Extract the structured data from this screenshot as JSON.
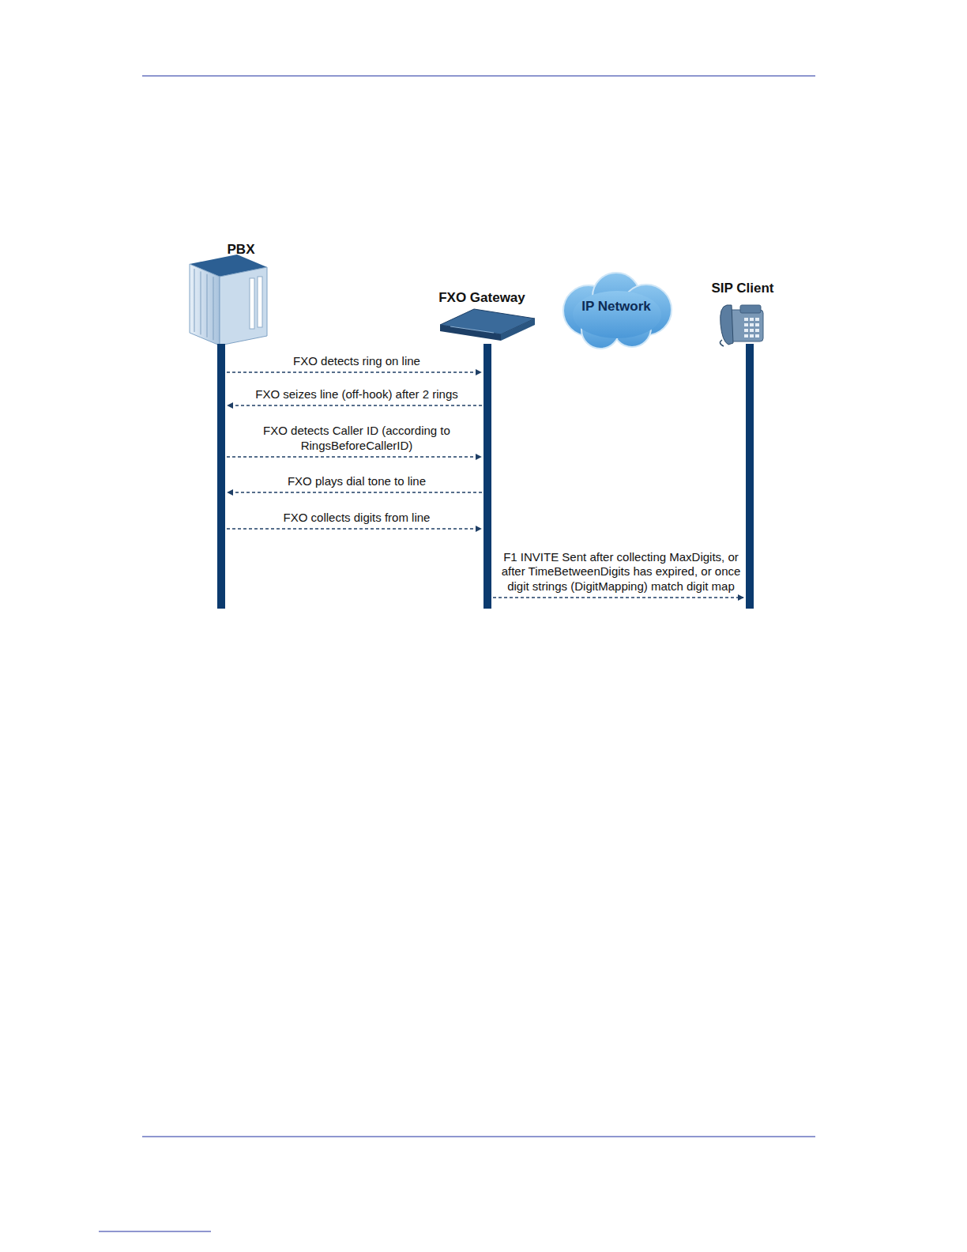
{
  "diagram": {
    "nodes": [
      {
        "text": [
          "PBX"
        ]
      },
      {
        "text": [
          "FXO Gateway"
        ]
      },
      {
        "text": [
          "IP Network"
        ]
      },
      {
        "text": [
          "SIP Client"
        ]
      }
    ],
    "edges": [
      {
        "from": 0,
        "to": 1,
        "arrow": "to",
        "label": "FXO detects ring on line"
      },
      {
        "from": 1,
        "to": 0,
        "arrow": "to",
        "label": "FXO seizes line (off-hook) after 2 rings"
      },
      {
        "from": 0,
        "to": 1,
        "arrow": "to",
        "label": "FXO detects Caller ID (according to RingsBeforeCallerID)"
      },
      {
        "from": 1,
        "to": 0,
        "arrow": "to",
        "label": "FXO plays dial tone to line"
      },
      {
        "from": 0,
        "to": 1,
        "arrow": "to",
        "label": "FXO collects digits from line"
      },
      {
        "from": 1,
        "to": 3,
        "arrow": "to",
        "label": "F1 INVITE Sent after collecting MaxDigits, or after TimeBetweenDigits has expired, or once digit strings (DigitMapping) match digit map"
      }
    ]
  }
}
